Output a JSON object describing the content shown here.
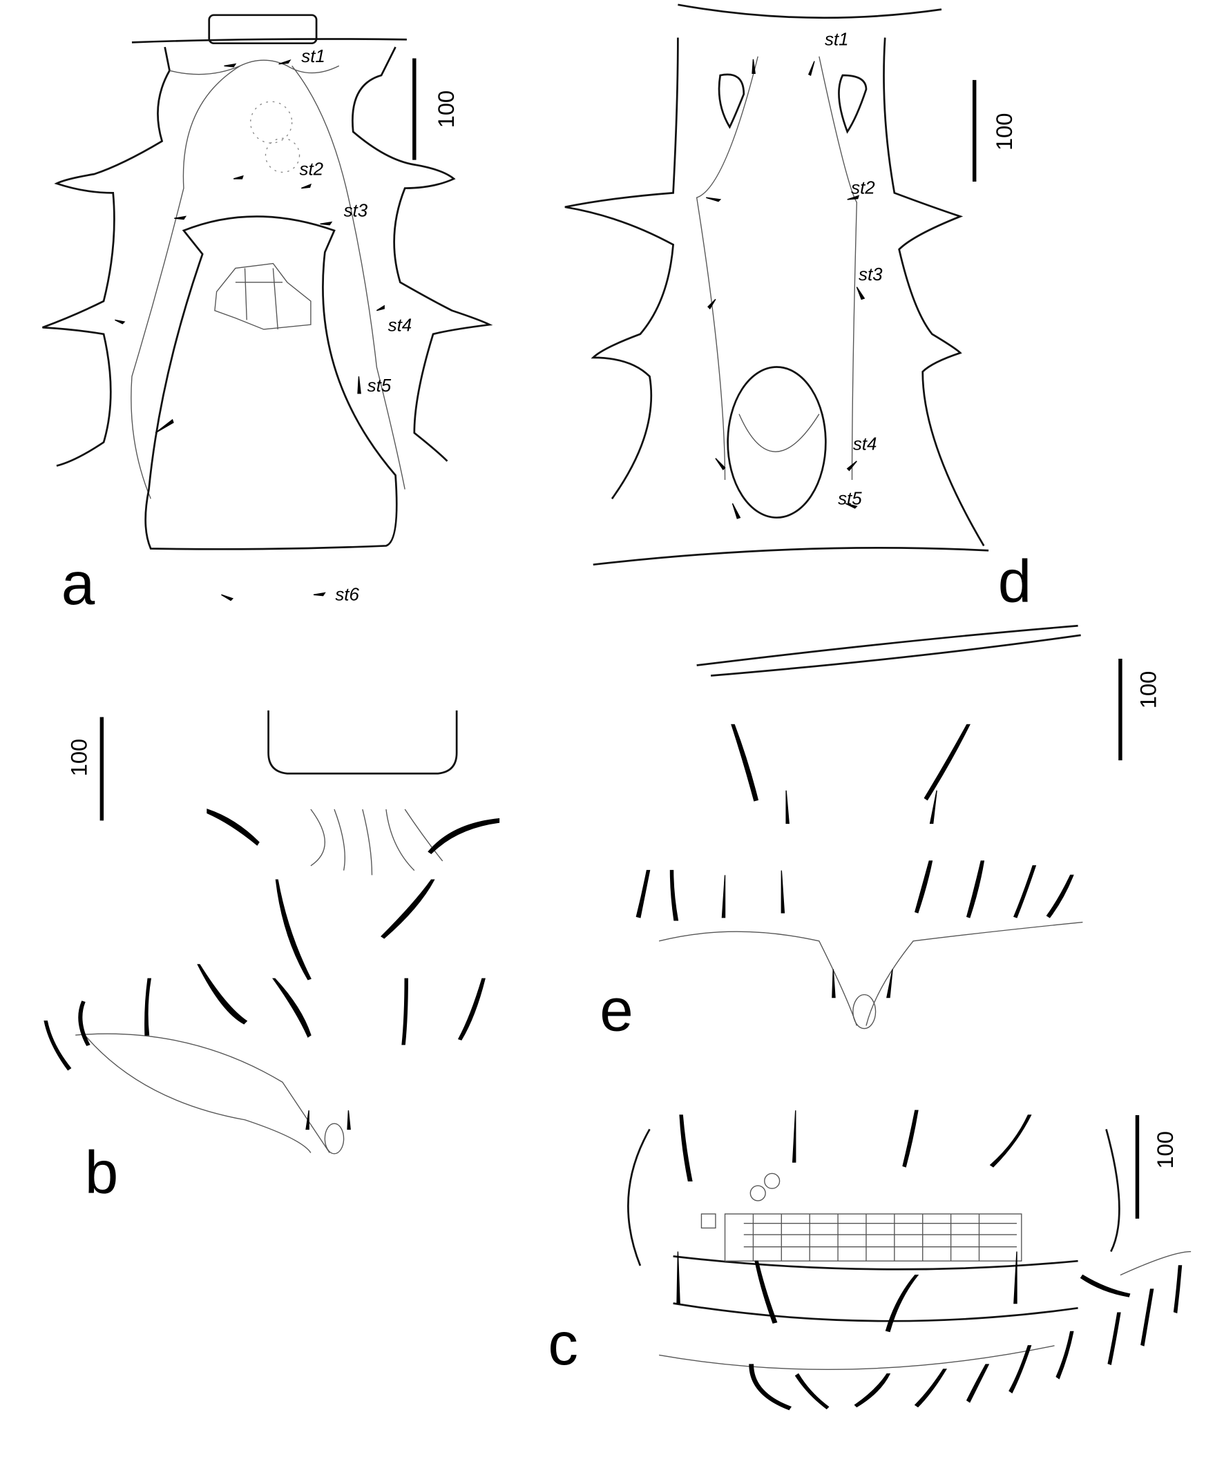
{
  "panels": {
    "a": {
      "letter": "a",
      "setae": [
        "st1",
        "st2",
        "st3",
        "st4",
        "st5",
        "st6"
      ],
      "scale": "100"
    },
    "b": {
      "letter": "b",
      "scale": "100"
    },
    "c": {
      "letter": "c",
      "scale": "100"
    },
    "d": {
      "letter": "d",
      "setae": [
        "st1",
        "st2",
        "st3",
        "st4",
        "st5"
      ],
      "scale": "100"
    },
    "e": {
      "letter": "e",
      "scale": "100"
    }
  }
}
